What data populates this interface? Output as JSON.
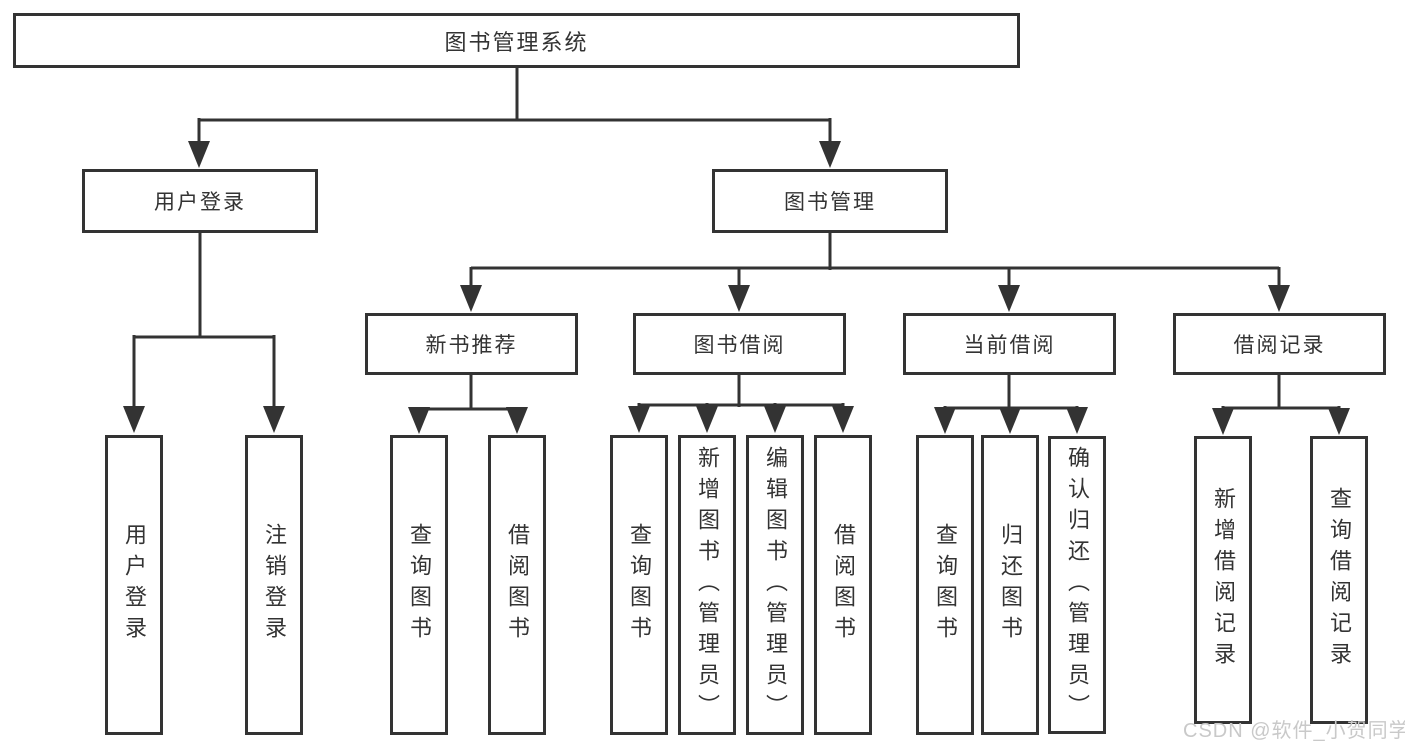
{
  "diagram": {
    "root": "图书管理系统",
    "level2": [
      "用户登录",
      "图书管理"
    ],
    "level3": [
      "新书推荐",
      "图书借阅",
      "当前借阅",
      "借阅记录"
    ],
    "leaves": {
      "login": [
        "用户登录",
        "注销登录"
      ],
      "recommend": [
        "查询图书",
        "借阅图书"
      ],
      "borrow": [
        "查询图书",
        "新增图书（管理员）",
        "编辑图书（管理员）",
        "借阅图书"
      ],
      "current": [
        "查询图书",
        "归还图书",
        "确认归还（管理员）"
      ],
      "records": [
        "新增借阅记录",
        "查询借阅记录"
      ]
    }
  },
  "watermark": "CSDN @软件_小贺同学",
  "colors": {
    "line": "#333333",
    "text": "#333333",
    "background": "#ffffff",
    "watermark": "#c9c9c9"
  }
}
